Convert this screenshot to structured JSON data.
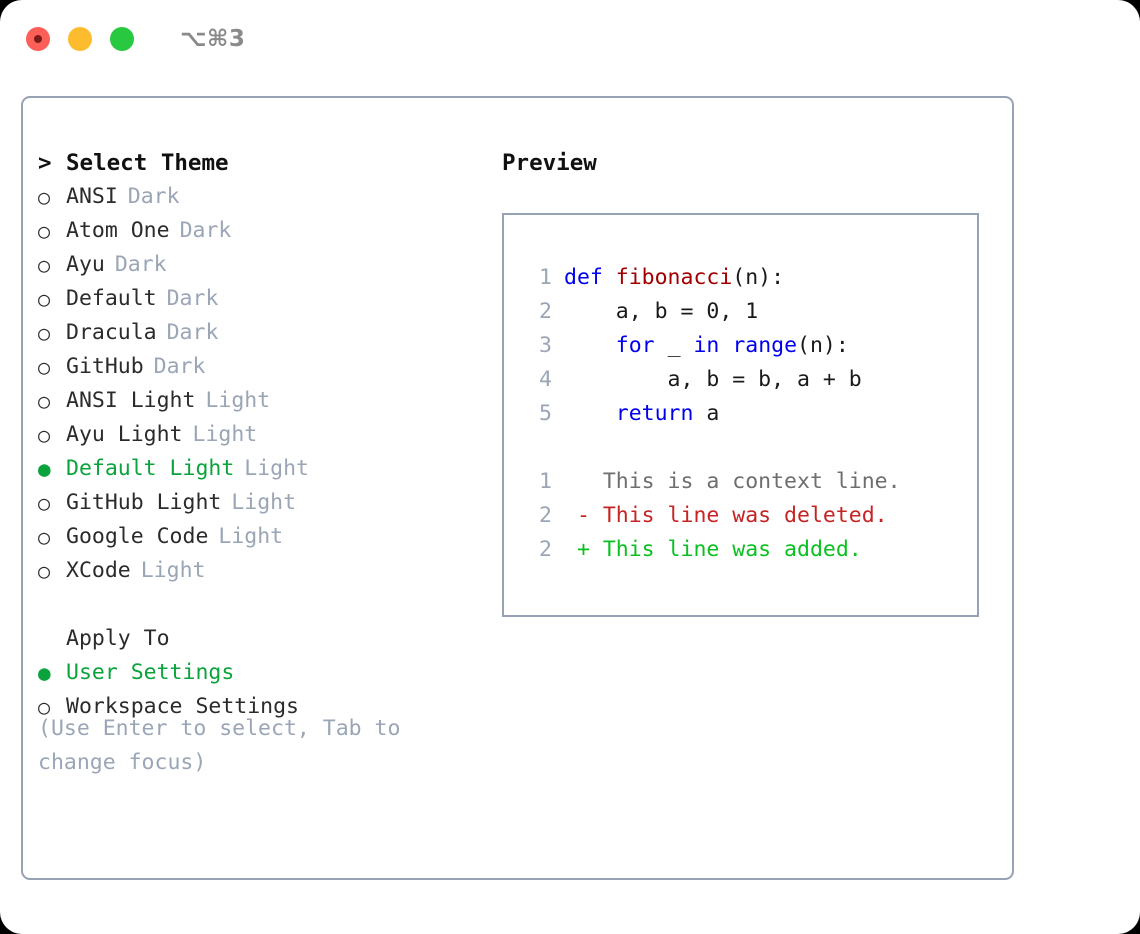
{
  "titlebar": {
    "shortcut": "⌥⌘3",
    "lights": [
      "close",
      "minimize",
      "maximize"
    ]
  },
  "theme_picker": {
    "heading_prefix": "> ",
    "heading": "Select Theme",
    "bullet_selected": "●",
    "bullet_unselected": "○",
    "items": [
      {
        "name": "ANSI",
        "variant": "Dark",
        "selected": false
      },
      {
        "name": "Atom One",
        "variant": "Dark",
        "selected": false
      },
      {
        "name": "Ayu",
        "variant": "Dark",
        "selected": false
      },
      {
        "name": "Default",
        "variant": "Dark",
        "selected": false
      },
      {
        "name": "Dracula",
        "variant": "Dark",
        "selected": false
      },
      {
        "name": "GitHub",
        "variant": "Dark",
        "selected": false
      },
      {
        "name": "ANSI Light",
        "variant": "Light",
        "selected": false
      },
      {
        "name": "Ayu Light",
        "variant": "Light",
        "selected": false
      },
      {
        "name": "Default Light",
        "variant": "Light",
        "selected": true
      },
      {
        "name": "GitHub Light",
        "variant": "Light",
        "selected": false
      },
      {
        "name": "Google Code",
        "variant": "Light",
        "selected": false
      },
      {
        "name": "XCode",
        "variant": "Light",
        "selected": false
      }
    ]
  },
  "apply_to": {
    "heading": "Apply To",
    "items": [
      {
        "name": "User Settings",
        "selected": true
      },
      {
        "name": "Workspace Settings",
        "selected": false
      }
    ]
  },
  "hint": "(Use Enter to select, Tab to change focus)",
  "preview": {
    "title": "Preview",
    "code_lines": [
      {
        "number": "1",
        "tokens": [
          {
            "text": "def ",
            "kind": "kw"
          },
          {
            "text": "fibonacci",
            "kind": "fn"
          },
          {
            "text": "(n):",
            "kind": "pl"
          }
        ]
      },
      {
        "number": "2",
        "tokens": [
          {
            "text": "    a, b = 0, 1",
            "kind": "pl"
          }
        ]
      },
      {
        "number": "3",
        "tokens": [
          {
            "text": "    ",
            "kind": "pl"
          },
          {
            "text": "for",
            "kind": "kw"
          },
          {
            "text": " _ ",
            "kind": "pl"
          },
          {
            "text": "in",
            "kind": "kw"
          },
          {
            "text": " ",
            "kind": "pl"
          },
          {
            "text": "range",
            "kind": "kw"
          },
          {
            "text": "(n):",
            "kind": "pl"
          }
        ]
      },
      {
        "number": "4",
        "tokens": [
          {
            "text": "        a, b = b, a + b",
            "kind": "pl"
          }
        ]
      },
      {
        "number": "5",
        "tokens": [
          {
            "text": "    ",
            "kind": "pl"
          },
          {
            "text": "return",
            "kind": "kw"
          },
          {
            "text": " a",
            "kind": "pl"
          }
        ]
      }
    ],
    "diff_lines": [
      {
        "number": "1",
        "marker": " ",
        "text": "This is a context line.",
        "kind": "ctx"
      },
      {
        "number": "2",
        "marker": "-",
        "text": "This line was deleted.",
        "kind": "del"
      },
      {
        "number": "2",
        "marker": "+",
        "text": "This line was added.",
        "kind": "add"
      }
    ]
  },
  "colors": {
    "accent_green": "#0aa33c",
    "muted": "#9aa5b6",
    "border": "#97a3b4",
    "keyword": "#0000ee",
    "function": "#a00000",
    "diff_deleted": "#c62424",
    "diff_added": "#0ac020",
    "background": "#ffffff"
  }
}
